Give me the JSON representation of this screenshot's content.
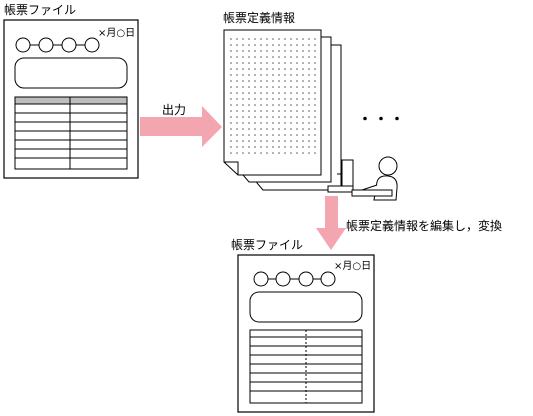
{
  "labels": {
    "source_form": "帳票ファイル",
    "form_definition": "帳票定義情報",
    "output": "出力",
    "ellipsis": "・・・",
    "edit_and_convert": "帳票定義情報を編集し，変換",
    "converted_form": "帳票ファイル"
  },
  "form_thumbnail": {
    "date_text": "×月○日"
  },
  "colors": {
    "arrow": "#f4a6b0",
    "outline": "#000000",
    "paper": "#ffffff",
    "dot_grid": "#555555"
  }
}
